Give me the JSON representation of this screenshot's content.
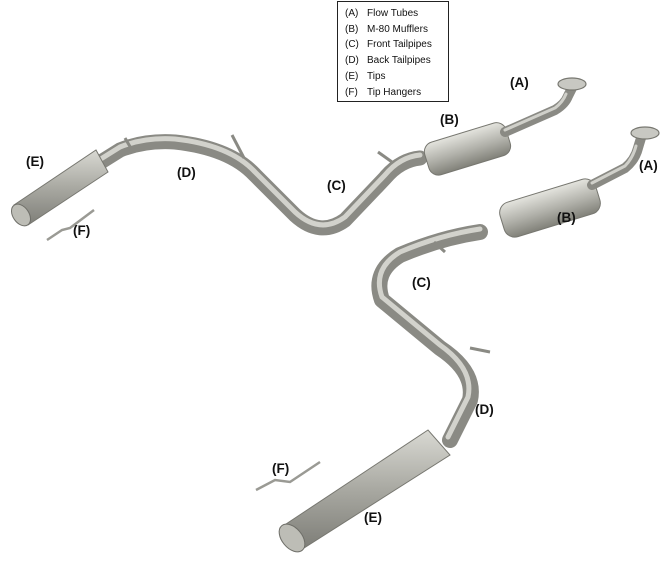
{
  "legend": {
    "items": [
      {
        "code": "(A)",
        "label": "Flow Tubes"
      },
      {
        "code": "(B)",
        "label": "M-80 Mufflers"
      },
      {
        "code": "(C)",
        "label": "Front Tailpipes"
      },
      {
        "code": "(D)",
        "label": "Back Tailpipes"
      },
      {
        "code": "(E)",
        "label": "Tips"
      },
      {
        "code": "(F)",
        "label": "Tip Hangers"
      }
    ]
  },
  "callouts": {
    "upper_a": "(A)",
    "upper_b": "(B)",
    "upper_c": "(C)",
    "upper_d": "(D)",
    "upper_e": "(E)",
    "upper_f": "(F)",
    "lower_a": "(A)",
    "lower_b": "(B)",
    "lower_c": "(C)",
    "lower_d": "(D)",
    "lower_e": "(E)",
    "lower_f": "(F)"
  },
  "colors": {
    "pipe_dark": "#8c8c86",
    "pipe_light": "#d6d6d0",
    "background": "#ffffff"
  }
}
